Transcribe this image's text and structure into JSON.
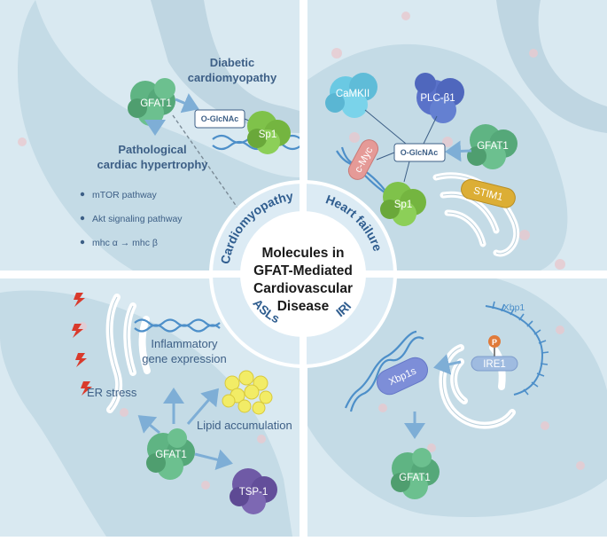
{
  "center_title": [
    "Molecules in",
    "GFAT-Mediated",
    "Cardiovascular",
    "Disease"
  ],
  "sections": {
    "cardiomyopathy": "Cardiomyopathy",
    "heart_failure": "Heart failure",
    "asls": "ASLs",
    "iri": "IRI"
  },
  "top_left": {
    "diabetic": [
      "Diabetic",
      "cardiomyopathy"
    ],
    "hypertrophy": [
      "Pathological",
      "cardiac hypertrophy"
    ],
    "bullets": [
      "mTOR pathway",
      "Akt signaling pathway",
      "mhc α → mhc β"
    ],
    "gfat": "GFAT1",
    "oglcnac": "O-GlcNAc",
    "sp1": "Sp1"
  },
  "top_right": {
    "camkii": "CaMKII",
    "plc": "PLC-β1",
    "gfat": "GFAT1",
    "oglcnac": "O-GlcNAc",
    "cmyc": "c-Myc",
    "sp1": "Sp1",
    "stim1": "STIM1"
  },
  "bottom_left": {
    "inflammatory": [
      "Inflammatory",
      "gene expression"
    ],
    "er_stress": "ER stress",
    "lipid": "Lipid accumulation",
    "gfat": "GFAT1",
    "tsp": "TSP-1"
  },
  "bottom_right": {
    "xbp1": "Xbp1",
    "p": "P",
    "ire1": "IRE1",
    "xbp1s": "Xbp1s",
    "gfat": "GFAT1"
  },
  "colors": {
    "panel_bg": "#d9e9f1",
    "organ": "#c4dbe6",
    "arrow": "#7eaed6",
    "text": "#3d5f86",
    "gfat": "#5fb483",
    "sp1": "#7fc24a",
    "camkii": "#6ac9e3",
    "plc": "#5a72c9",
    "cmyc": "#e59a97",
    "stim1": "#dcae35",
    "xbp1s": "#7d8ed8",
    "tsp": "#6f5aa6",
    "lipid": "#f2ec66"
  }
}
